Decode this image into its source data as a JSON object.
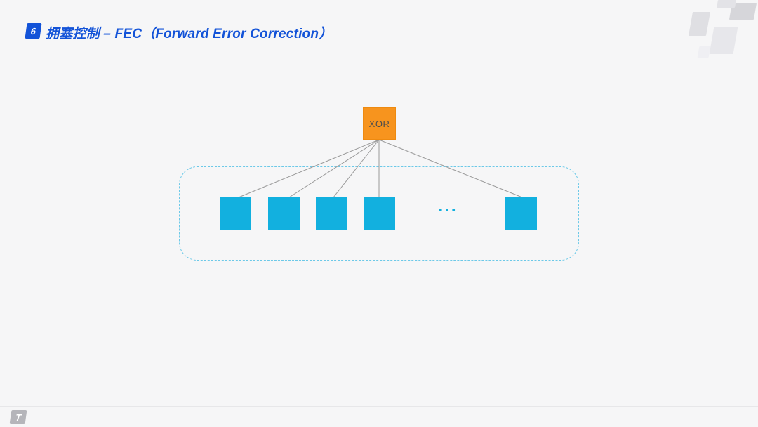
{
  "header": {
    "badge_number": "6",
    "title": "拥塞控制 – FEC（Forward Error Correction）"
  },
  "diagram": {
    "xor_label": "XOR",
    "ellipsis": "...",
    "packet_count": 5,
    "description": "XOR node connected by lines to source packet squares inside dashed group"
  },
  "footer": {
    "logo_glyph": "T"
  },
  "colors": {
    "accent_blue": "#1353d8",
    "packet_cyan": "#12b0df",
    "xor_orange": "#f7941e",
    "dashed_border": "#6cc9e8",
    "connector_gray": "#999999",
    "background": "#f6f6f7"
  }
}
